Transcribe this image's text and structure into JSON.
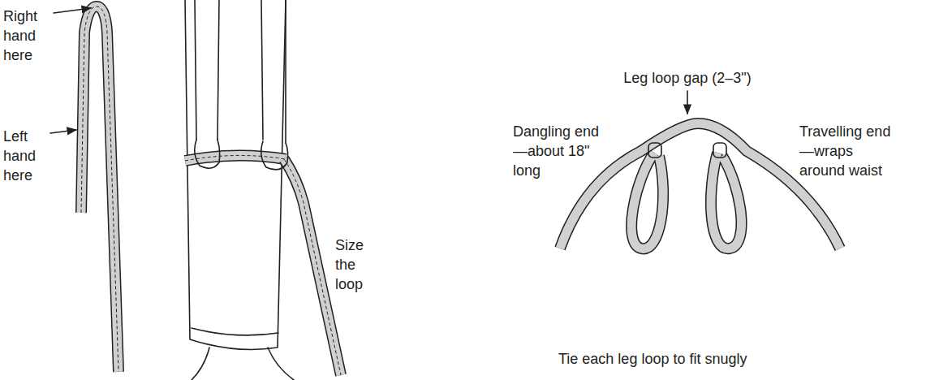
{
  "diagram": {
    "labels": [
      "Right hand here",
      "Left hand here",
      "Size the loop",
      "Leg loop gap (2–3\")",
      "Dangling end—about 18\" long",
      "Travelling end—wraps around waist",
      "Tie each leg loop to fit snugly"
    ]
  }
}
